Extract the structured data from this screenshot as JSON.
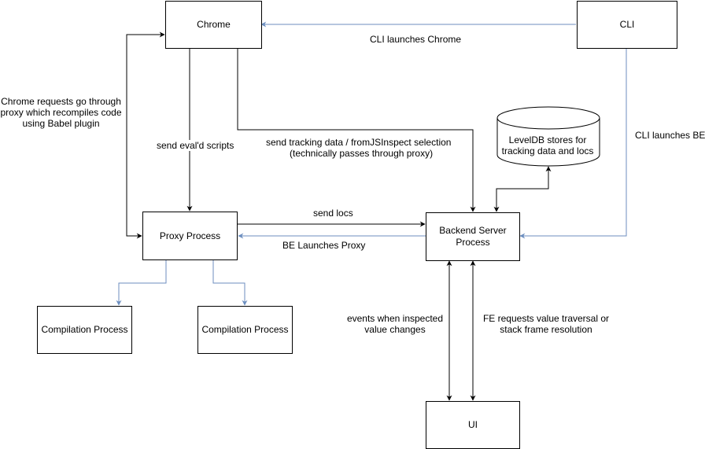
{
  "nodes": {
    "chrome": "Chrome",
    "cli": "CLI",
    "proxy": "Proxy Process",
    "backend": "Backend Server Process",
    "compilation_1": "Compilation Process",
    "compilation_2": "Compilation Process",
    "ui": "UI",
    "leveldb": "LevelDB stores for tracking data and locs"
  },
  "edges": {
    "cli_launches_chrome": "CLI launches Chrome",
    "chrome_requests_proxy": "Chrome requests go through proxy which recompiles code using Babel plugin",
    "send_evald_scripts": "send eval'd scripts",
    "send_tracking_data_line1": "send tracking data / fromJSInspect selection",
    "send_tracking_data_line2": "(technically passes through proxy)",
    "cli_launches_be": "CLI launches BE",
    "send_locs": "send locs",
    "be_launches_proxy": "BE Launches Proxy",
    "events_inspected": "events when inspected value changes",
    "fe_requests": "FE requests value traversal or stack frame resolution"
  },
  "colors": {
    "black_edge": "#000000",
    "blue_edge": "#6c8ebf"
  }
}
